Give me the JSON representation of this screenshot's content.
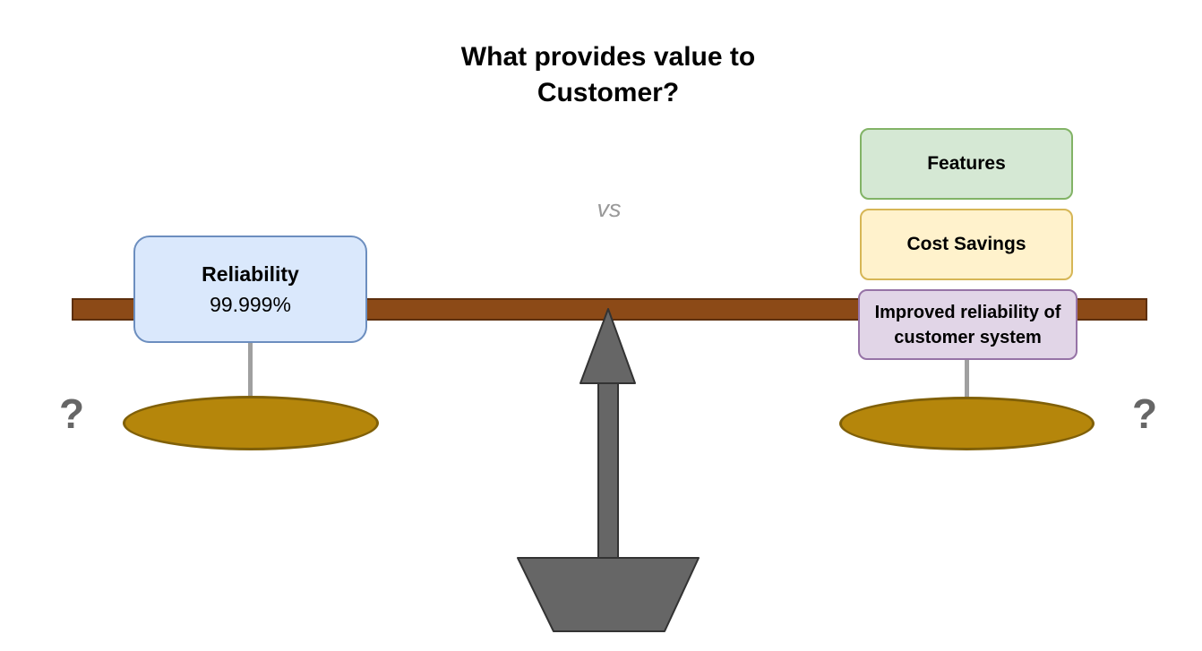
{
  "title": "What provides value to Customer?",
  "vs_label": "vs",
  "left_side": {
    "box": {
      "line1": "Reliability",
      "line2": "99.999%"
    },
    "question_mark": "?"
  },
  "right_side": {
    "boxes": [
      {
        "label": "Features",
        "fill": "#D5E8D4",
        "border": "#82B366"
      },
      {
        "label": "Cost Savings",
        "fill": "#FFF2CC",
        "border": "#D6B656"
      },
      {
        "label": "Improved reliability of customer system",
        "fill": "#E1D5E7",
        "border": "#9673A6"
      }
    ],
    "question_mark": "?"
  },
  "colors": {
    "beam_fill": "#8C4A17",
    "beam_border": "#5D2F0E",
    "pan_fill": "#B5860B",
    "pan_border": "#806008",
    "fulcrum_fill": "#666666",
    "fulcrum_border": "#333333",
    "blue_box_fill": "#DAE8FC",
    "blue_box_border": "#6C8EBF",
    "vs_color": "#999999",
    "question_color": "#666666"
  }
}
